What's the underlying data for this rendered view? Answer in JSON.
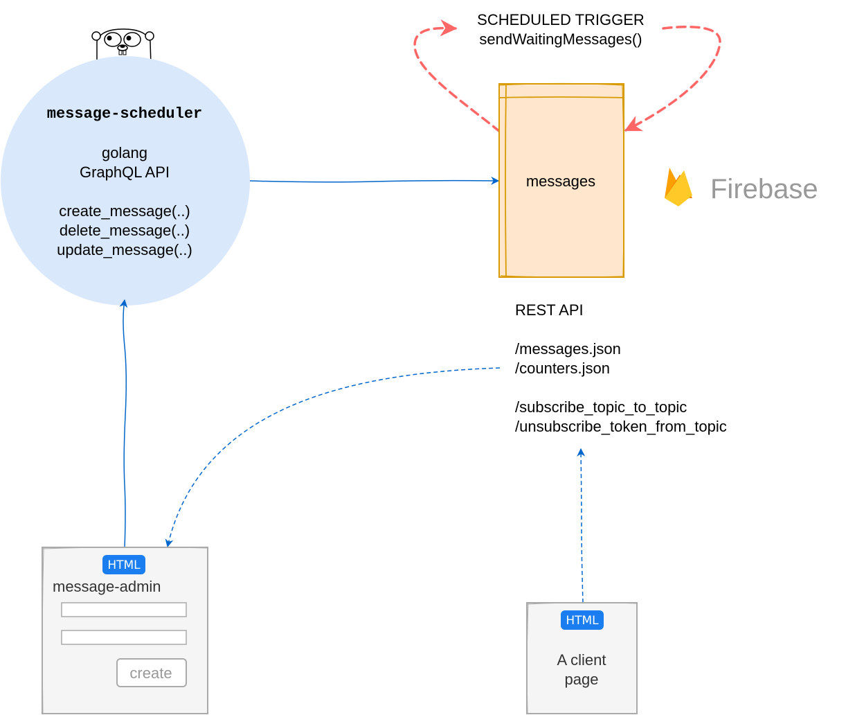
{
  "scheduler": {
    "title": "message-scheduler",
    "lines": [
      "golang",
      "GraphQL API",
      "",
      "create_message(..)",
      "delete_message(..)",
      "update_message(..)"
    ]
  },
  "trigger": {
    "line1": "SCHEDULED TRIGGER",
    "line2": "sendWaitingMessages()"
  },
  "messages_store": {
    "label": "messages"
  },
  "firebase": {
    "label": "Firebase"
  },
  "rest_api": {
    "lines": [
      "REST API",
      "",
      "/messages.json",
      "/counters.json",
      "",
      "/subscribe_topic_to_topic",
      "/unsubscribe_token_from_topic"
    ]
  },
  "admin_page": {
    "badge": "HTML",
    "title": "message-admin",
    "button_label": "create"
  },
  "client_page": {
    "badge": "HTML",
    "lines": [
      "A client",
      "page"
    ]
  },
  "colors": {
    "scheduler_fill": "#dae8fc",
    "store_fill": "#ffe6cc",
    "store_stroke": "#d79b00",
    "arrow_blue": "#0066cc",
    "trigger_red": "#ff6666",
    "badge_blue": "#1b7ef0",
    "page_fill": "#f5f5f5",
    "page_stroke": "#aaaaaa"
  }
}
